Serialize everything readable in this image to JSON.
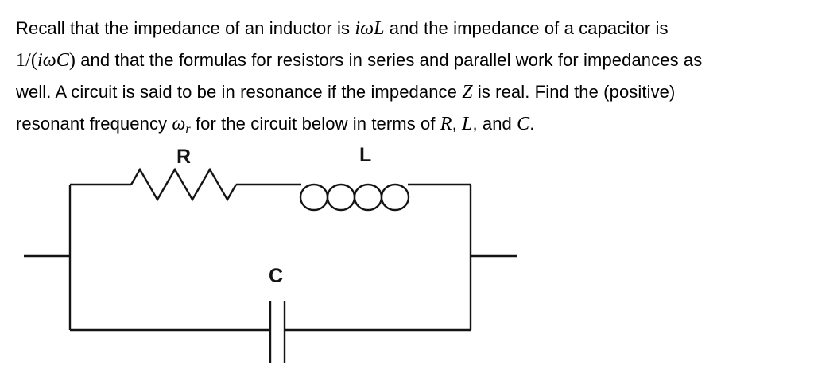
{
  "problem": {
    "line1": {
      "t1": "Recall that the impedance of an inductor is ",
      "math1": "iωL",
      "t2": " and the impedance of a capacitor is"
    },
    "line2": {
      "math_pre": "1/(",
      "math_core": "iωC",
      "math_post": ")",
      "t1": " and that the formulas for resistors in series and parallel work for impedances as"
    },
    "line3": {
      "t1": "well. A circuit is said to be in resonance if the impedance ",
      "math1": "Z",
      "t2": " is real. Find the (positive)"
    },
    "line4": {
      "t1": "resonant frequency ",
      "omega": "ω",
      "omega_sub": "r",
      "t2": " for the circuit below in terms of ",
      "var_r": "R",
      "sep1": ", ",
      "var_l": "L",
      "sep2": ", and ",
      "var_c": "C",
      "end": "."
    }
  },
  "circuit": {
    "resistor_label": "R",
    "inductor_label": "L",
    "capacitor_label": "C",
    "line_color": "#141414"
  }
}
